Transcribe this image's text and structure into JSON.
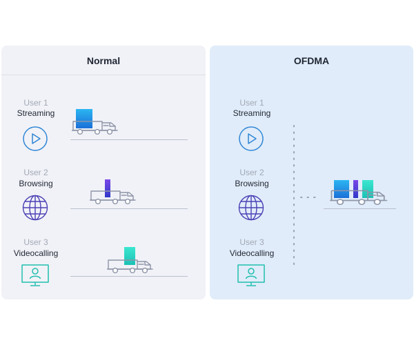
{
  "panels": {
    "normal": {
      "title": "Normal",
      "users": [
        {
          "user": "User 1",
          "activity": "Streaming"
        },
        {
          "user": "User 2",
          "activity": "Browsing"
        },
        {
          "user": "User 3",
          "activity": "Videocalling"
        }
      ]
    },
    "ofdma": {
      "title": "OFDMA",
      "users": [
        {
          "user": "User 1",
          "activity": "Streaming"
        },
        {
          "user": "User 2",
          "activity": "Browsing"
        },
        {
          "user": "User 3",
          "activity": "Videocalling"
        }
      ]
    }
  },
  "colors": {
    "normal_bg": "#f1f2f7",
    "ofdma_bg": "#e0ecf9",
    "streaming_packet": "#1f8fe0",
    "browsing_packet": "#5a3fd6",
    "videocall_packet": "#2fd8c4",
    "play_icon": "#2f86d6",
    "globe_icon": "#4a3fb5",
    "monitor_icon": "#1fbfae",
    "truck_stroke": "#8e95a8"
  },
  "icons": [
    "play-icon",
    "globe-icon",
    "monitor-user-icon",
    "truck-icon"
  ]
}
